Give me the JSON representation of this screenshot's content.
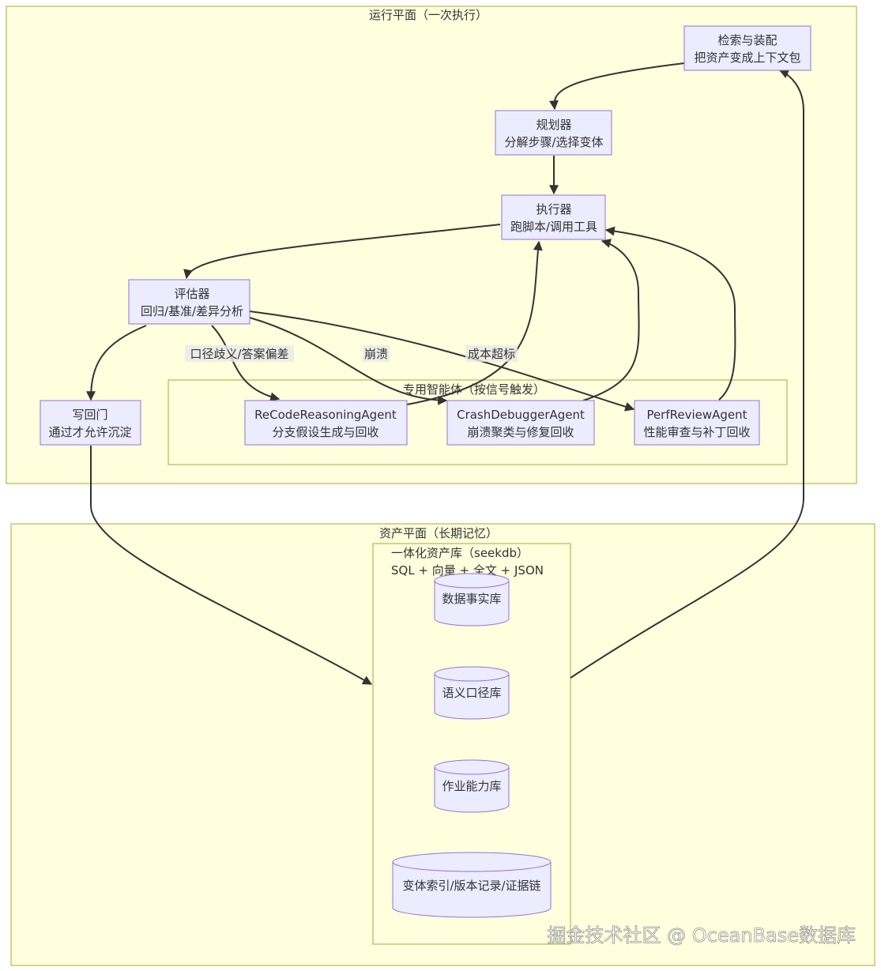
{
  "clusters": {
    "runtime": "运行平面（一次执行）",
    "agents": "专用智能体（按信号触发）",
    "assets": "资产平面（长期记忆）",
    "seekdb_line1": "一体化资产库（seekdb）",
    "seekdb_line2": "SQL + 向量 + 全文 + JSON"
  },
  "nodes": {
    "retrieve": [
      "检索与装配",
      "把资产变成上下文包"
    ],
    "planner": [
      "规划器",
      "分解步骤/选择变体"
    ],
    "executor": [
      "执行器",
      "跑脚本/调用工具"
    ],
    "evaluator": [
      "评估器",
      "回归/基准/差异分析"
    ],
    "writeback": [
      "写回门",
      "通过才允许沉淀"
    ],
    "recode": [
      "ReCodeReasoningAgent",
      "分支假设生成与回收"
    ],
    "crash": [
      "CrashDebuggerAgent",
      "崩溃聚类与修复回收"
    ],
    "perf": [
      "PerfReviewAgent",
      "性能审查与补丁回收"
    ]
  },
  "databases": {
    "facts": "数据事实库",
    "semantics": "语义口径库",
    "skills": "作业能力库",
    "variants": "变体索引/版本记录/证据链"
  },
  "edge_labels": {
    "ambiguity": "口径歧义/答案偏差",
    "crash": "崩溃",
    "cost": "成本超标"
  },
  "watermark": "掘金技术社区 @ OceanBase数据库",
  "colors": {
    "cluster_fill": "#ffffde",
    "cluster_stroke": "#aaaa33",
    "node_fill": "#ececff",
    "node_stroke": "#9370db",
    "edge": "#333333"
  }
}
